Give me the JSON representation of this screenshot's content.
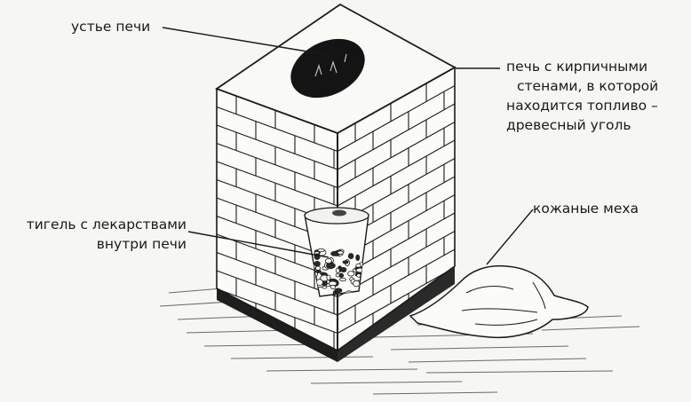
{
  "labels": {
    "mouth": "устье печи",
    "furnace": [
      "печь с кирпичными",
      "стенами, в которой",
      "находится топливо –",
      "древесный уголь"
    ],
    "crucible": [
      "тигель с лекарствами",
      "внутри печи"
    ],
    "bellows": "кожаные меха"
  },
  "colors": {
    "ink": "#1a1a1a",
    "paper": "#f6f6f2",
    "shadow_lines": "#6a6a6a"
  }
}
